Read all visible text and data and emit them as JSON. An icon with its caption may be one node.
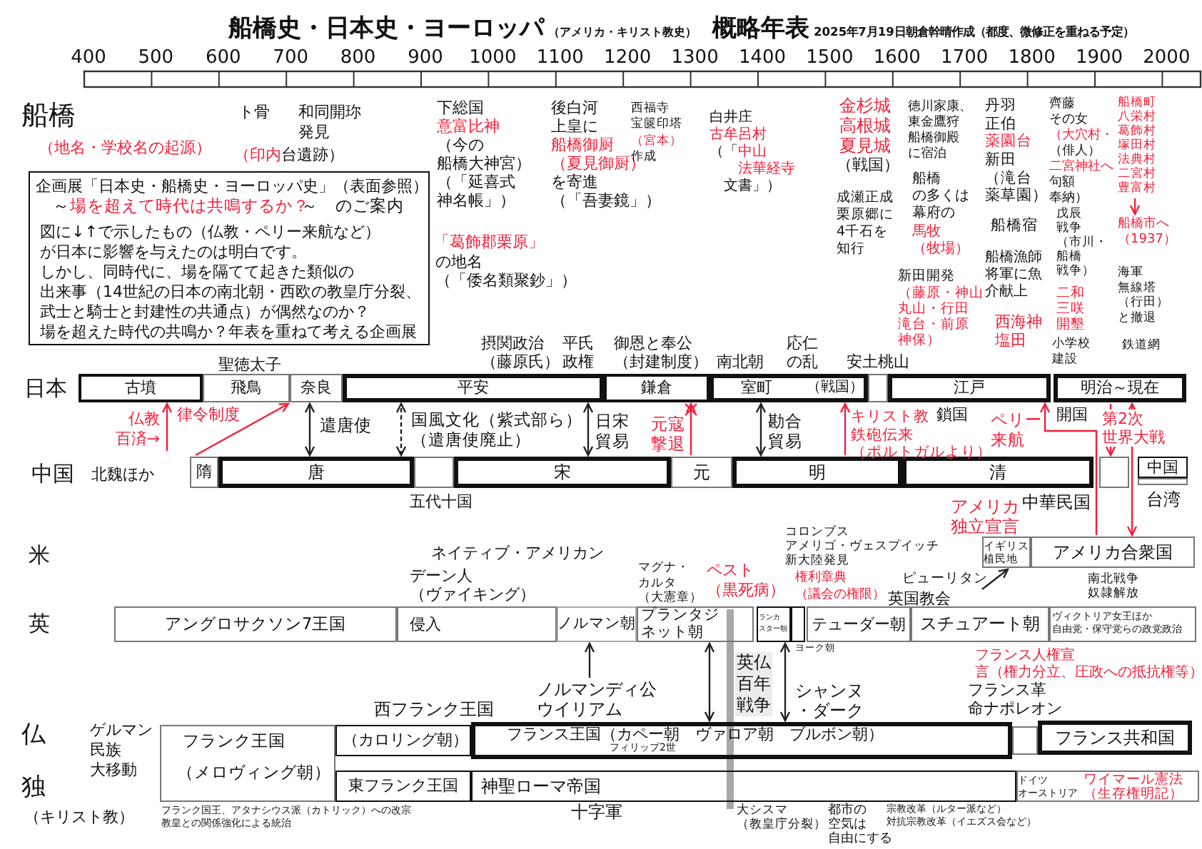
{
  "diagram": {
    "title": "船橋史・日本史・ヨーロッパ",
    "nodes": [
      {
        "text": [
          "企画展「日本史・船橋史・ヨーロッパ史」（表面参照）",
          "～",
          "場を超えて時代は共鳴するか？",
          "～　のご案内",
          "図に↓↑で示したもの（仏教・ペリー来航など）が日本に影響を与えたのは明白です。しかし、同時代に、場を隔てて起きた類似の出来事（14世紀の日本の南北朝・西欧の教皇庁分裂、武士と騎士と封建性の共通点）が偶然なのか？場を超えた時代の共鳴か？年表を重ねて考える企画展"
        ]
      },
      {
        "text": [
          "古墳"
        ]
      },
      {
        "text": [
          "飛鳥"
        ]
      },
      {
        "text": [
          "奈良"
        ]
      },
      {
        "text": [
          "平安"
        ]
      },
      {
        "text": [
          "鎌倉"
        ]
      },
      {
        "text": [
          "室町",
          "（戦国）"
        ]
      },
      {
        "text": [],
        "shape": "box"
      },
      {
        "text": [
          "江戸"
        ]
      },
      {
        "text": [
          "明治～現在"
        ]
      },
      {
        "text": [
          "隋"
        ]
      },
      {
        "text": [
          "唐"
        ]
      },
      {
        "text": [
          "五代十国"
        ]
      },
      {
        "text": [
          "宋"
        ]
      },
      {
        "text": [
          "元"
        ]
      },
      {
        "text": [
          "明"
        ]
      },
      {
        "text": [
          "清"
        ]
      },
      {
        "text": [],
        "shape": "box",
        "beside": [
          "中華民国"
        ]
      },
      {
        "text": [
          "中国"
        ]
      },
      {
        "text": [
          "台湾"
        ]
      },
      {
        "text": [
          "イギリス植民地"
        ]
      },
      {
        "text": [
          "アメリカ合衆国"
        ]
      },
      {
        "text": [
          "ピューリタン"
        ]
      },
      {
        "text": [
          "アングロサクソン7王国"
        ]
      },
      {
        "text": [
          "デーン人（ヴァイキング）",
          "侵入"
        ]
      },
      {
        "text": [
          "ノルマン朝"
        ]
      },
      {
        "text": [
          "プランタジネット朝"
        ]
      },
      {
        "text": [
          "ランカスター朝"
        ]
      },
      {
        "text": [
          "ヨーク朝"
        ]
      },
      {
        "text": [
          "テューダー朝"
        ]
      },
      {
        "text": [
          "スチュアート朝"
        ]
      },
      {
        "text": [
          "ヴィクトリア女王ほか自由党・保守党らの政党政治"
        ]
      },
      {
        "text": [
          "ノルマンディ公ウイリアム"
        ]
      },
      {
        "text": [
          "フランク王国",
          "（メロヴィング朝）"
        ]
      },
      {
        "text": [
          "西フランク王国",
          "（カロリング朝）"
        ]
      },
      {
        "text": [
          "フランス王国（カペー朝　ヴァロア朝　ブルボン朝）",
          "フィリップ2世"
        ]
      },
      {
        "text": [],
        "shape": "box"
      },
      {
        "text": [
          "フランス共和国"
        ]
      },
      {
        "text": [
          "東フランク王国"
        ]
      },
      {
        "text": [
          "神聖ローマ帝国"
        ]
      },
      {
        "text": [
          "ドイツオーストリア"
        ]
      }
    ],
    "edges": [
      {
        "from": null,
        "to": 1,
        "arrow": "to",
        "color": "#f0203a",
        "label": "仏教百済→"
      },
      {
        "from": 10,
        "to": 3,
        "arrow": "to",
        "color": "#f0203a",
        "label": "律令制度"
      },
      {
        "from": 11,
        "to": 3,
        "arrow": "both",
        "label": "遣唐使"
      },
      {
        "from": 11,
        "to": 4,
        "arrow": "both",
        "style": "dashed",
        "label": "国風文化（紫式部ら）（遣唐使廃止）"
      },
      {
        "from": 13,
        "to": 4,
        "arrow": "both",
        "label": "日宋貿易"
      },
      {
        "from": 14,
        "to": 5,
        "arrow": "to",
        "color": "#f0203a",
        "label": "元寇撃退"
      },
      {
        "from": 15,
        "to": 6,
        "arrow": "both",
        "label": "勘合貿易"
      },
      {
        "from": 15,
        "to": 6,
        "arrow": "to",
        "color": "#f0203a",
        "label": "キリスト教鉄砲伝来（ポルトガルより）"
      },
      {
        "from": 21,
        "to": 8,
        "arrow": "to",
        "color": "#f0203a",
        "label": "ペリー来航"
      },
      {
        "from": 9,
        "to": 17,
        "arrow": "to",
        "color": "#f0203a",
        "label": "第2次世界大戦"
      },
      {
        "from": 9,
        "to": 21,
        "arrow": "both",
        "color": "#f0203a"
      },
      {
        "from": 22,
        "to": 20,
        "arrow": "to"
      },
      {
        "from": 32,
        "to": 25,
        "arrow": "to"
      },
      {
        "from": 26,
        "to": 35,
        "arrow": "both",
        "label": "英仏百年戦争"
      },
      {
        "from": 27,
        "to": 35,
        "arrow": "both",
        "label": "シャンヌ・ダーク"
      }
    ],
    "labels": [
      "（アメリカ・キリスト教史）",
      "概略年表",
      "2025年7月19日朝倉幹晴作成（都度、微修正を重ねる予定）",
      "400",
      "500",
      "600",
      "700",
      "800",
      "900",
      "1000",
      "1100",
      "1200",
      "1300",
      "1400",
      "1500",
      "1600",
      "1700",
      "1800",
      "1900",
      "2000",
      "船橋",
      "（地名・学校名の起源）",
      "ト骨",
      "和同開珎発見",
      "（印内",
      "台遺跡）",
      "下総国",
      "意富比神",
      "（今の船橋大神宮）",
      "（「延喜式神名帳」）",
      "「葛飾郡栗原」",
      "の地名（「倭名類聚鈔」）",
      "後白河上皇に",
      "船橋御厨",
      "（夏見御厨）",
      "を寄進",
      "（「吾妻鏡」）",
      "西福寺宝篋印塔",
      "（宮本）",
      "作成",
      "白井庄",
      "古牟呂村",
      "（「",
      "中山法華経寺",
      "文書」）",
      "金杉城高根城夏見城",
      "（戦国）",
      "成瀬正成栗原郷に4千石を知行",
      "徳川家康、東金鷹狩船橋御殿に宿泊",
      "船橋の多くは幕府の",
      "馬牧（牧場）",
      "新田開発",
      "（藤原・神山丸山・行田滝台・前原神保）",
      "丹羽正伯",
      "薬園台",
      "新田（滝台薬草園）",
      "船橋宿",
      "船橋漁師将軍に魚介献上",
      "西海神塩田",
      "齊藤その女",
      "（大穴村・",
      "（俳人）",
      "二宮神社へ",
      "句額奉納）",
      "戊辰戦争（市川・船橋戦争）",
      "二和三咲開墾",
      "小学校建設",
      "船橋町八栄村葛飾村塚田村法典村二宮村豊富村",
      "船橋市へ（1937）",
      "海軍無線塔（行田）と撤退",
      "鉄道網",
      "聖徳太子",
      "摂関政治（藤原氏）",
      "平氏政権",
      "御恩と奉公（封建制度）",
      "南北朝",
      "応仁の乱",
      "安土桃山",
      "日本",
      "中国",
      "北魏ほか",
      "鎖国",
      "開国",
      "アメリカ独立宣言",
      "米",
      "ネイティブ・アメリカン",
      "コロンブスアメリゴ・ヴェスプイッチ新大陸発見",
      "南北戦争奴隷解放",
      "マグナ・カルタ（大憲章）",
      "ペスト（黒死病）",
      "権利章典（議会の権限）",
      "英国教会",
      "英",
      "（キリスト教）",
      "ゲルマン民族大移動",
      "仏",
      "独",
      "フランク国王、アタナシウス派（カトリック）への改宗教皇との関係強化による統治",
      "十字軍",
      "大シスマ（教皇庁分裂）",
      "都市の空気は自由にする",
      "宗教改革（ルター派など）対抗宗教改革（イエズス会など）",
      "ワイマール憲法（生存権明記）",
      "フランス人権宣言（権力分立、圧政への抵抗権等）",
      "フランス革命ナポレオン"
    ]
  }
}
